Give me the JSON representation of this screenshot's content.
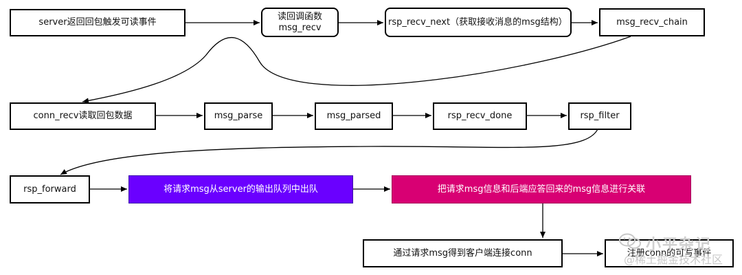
{
  "nodes": {
    "n1": "server返回回包触发可读事件",
    "n2_line1": "读回调函数",
    "n2_line2": "msg_recv",
    "n3": "rsp_recv_next（获取接收消息的msg结构）",
    "n4": "msg_recv_chain",
    "n5": "conn_recv读取回包数据",
    "n6": "msg_parse",
    "n7": "msg_parsed",
    "n8": "rsp_recv_done",
    "n9": "rsp_filter",
    "n10": "rsp_forward",
    "n11": "将请求msg从server的输出队列中出队",
    "n12": "把请求msg信息和后端应答回来的msg信息进行关联",
    "n13": "通过请求msg得到客户端连接conn",
    "n14": "注册conn的可写事件"
  },
  "watermark": {
    "name": "小平杂记",
    "site": "@稀土掘金技术社区"
  },
  "colors": {
    "purple_fill": "#6a00ff",
    "magenta_fill": "#d80073",
    "line": "#000000"
  }
}
